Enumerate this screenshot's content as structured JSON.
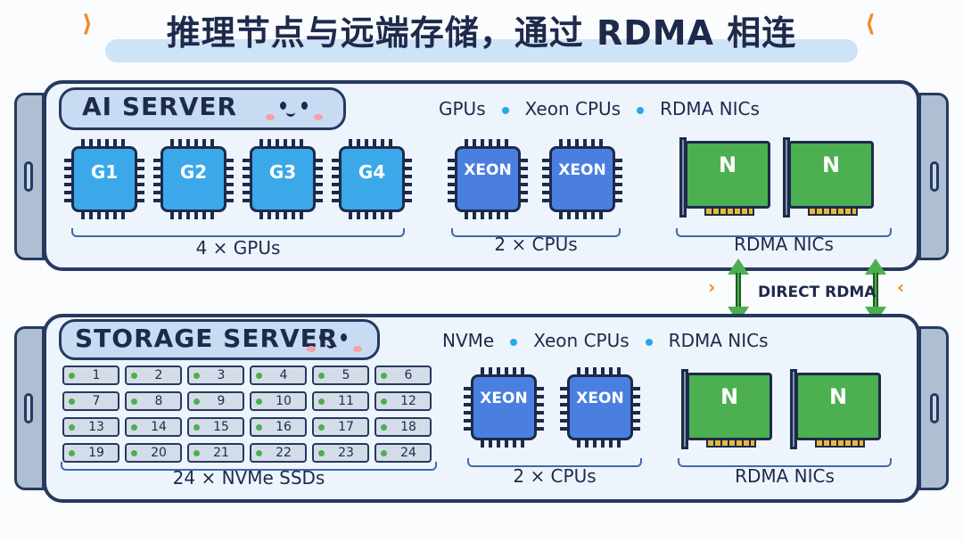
{
  "title": "推理节点与远端存储，通过 RDMA 相连",
  "ai_server": {
    "name": "AI SERVER",
    "legend": [
      "GPUs",
      "Xeon CPUs",
      "RDMA NICs"
    ],
    "gpus": [
      "G1",
      "G2",
      "G3",
      "G4"
    ],
    "gpu_caption": "4 × GPUs",
    "cpus": [
      "XEON",
      "XEON"
    ],
    "cpu_caption": "2 × CPUs",
    "nics": [
      "N",
      "N"
    ],
    "nic_caption": "RDMA NICs"
  },
  "link": {
    "label": "DIRECT RDMA"
  },
  "storage_server": {
    "name": "STORAGE SERVER",
    "legend": [
      "NVMe",
      "Xeon CPUs",
      "RDMA NICs"
    ],
    "ssds": [
      "1",
      "2",
      "3",
      "4",
      "5",
      "6",
      "7",
      "8",
      "9",
      "10",
      "11",
      "12",
      "13",
      "14",
      "15",
      "16",
      "17",
      "18",
      "19",
      "20",
      "21",
      "22",
      "23",
      "24"
    ],
    "ssd_caption": "24 × NVMe SSDs",
    "cpus": [
      "XEON",
      "XEON"
    ],
    "cpu_caption": "2 × CPUs",
    "nics": [
      "N",
      "N"
    ],
    "nic_caption": "RDMA NICs"
  },
  "colors": {
    "gpu": "#3ba8ea",
    "cpu": "#4a7fe0",
    "nic": "#4caf50",
    "outline": "#26395f"
  }
}
